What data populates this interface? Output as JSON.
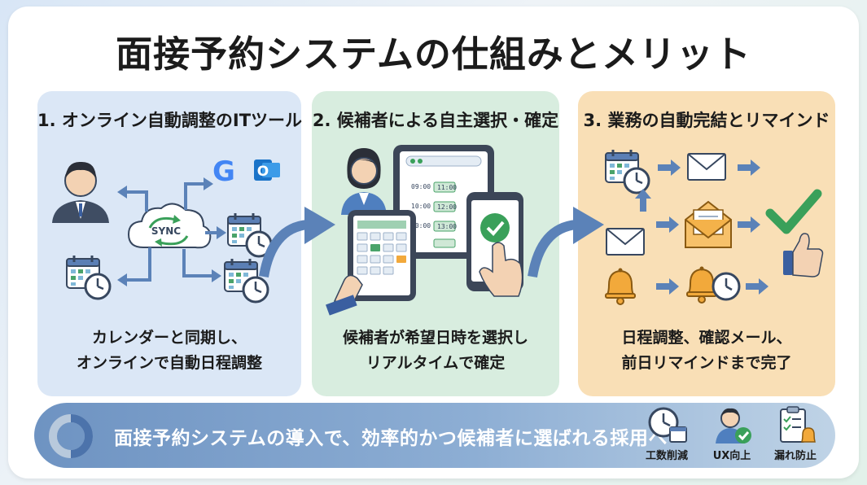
{
  "title": "面接予約システムの仕組みとメリット",
  "panels": [
    {
      "title": "1. オンライン自動調整のITツール",
      "desc_line1": "カレンダーと同期し、",
      "desc_line2": "オンラインで自動日程調整"
    },
    {
      "title": "2. 候補者による自主選択・確定",
      "desc_line1": "候補者が希望日時を選択し",
      "desc_line2": "リアルタイムで確定"
    },
    {
      "title": "3. 業務の自動完結とリマインド",
      "desc_line1": "日程調整、確認メール、",
      "desc_line2": "前日リマインドまで完了"
    }
  ],
  "sync_label": "SYNC",
  "google_letter": "G",
  "outlook_letter": "O",
  "time_slots": {
    "left": [
      "09:00",
      "10:00",
      "10:00"
    ],
    "right": [
      "11:00",
      "12:00",
      "13:00"
    ]
  },
  "banner": {
    "text": "面接予約システムの導入で、効率的かつ候補者に選ばれる採用へ",
    "benefits": [
      "工数削減",
      "UX向上",
      "漏れ防止"
    ]
  },
  "colors": {
    "panel1": "#dbe7f6",
    "panel2": "#d8eddf",
    "panel3": "#f9dfb6",
    "arrow": "#5b82b8",
    "check": "#3aa05a",
    "bell": "#f2a93b"
  },
  "icons": [
    "person-icon",
    "sync-cloud-icon",
    "google-icon",
    "outlook-icon",
    "calendar-clock-icon",
    "tablet-icon",
    "smartphone-icon",
    "envelope-icon",
    "checkmark-icon",
    "thumbs-up-icon",
    "bell-icon"
  ]
}
